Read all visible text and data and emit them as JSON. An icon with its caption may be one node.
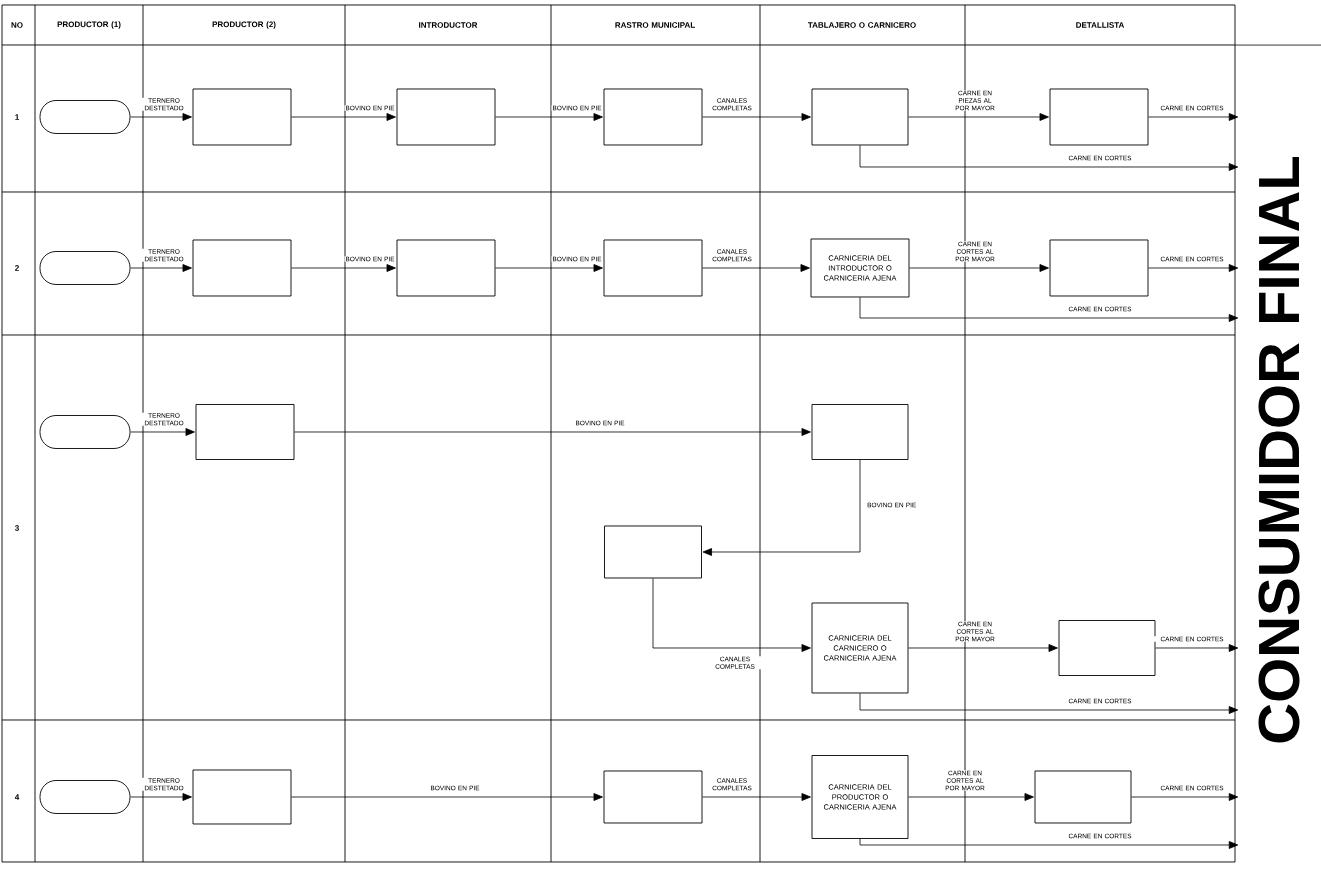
{
  "diagram": {
    "nodes": [
      {
        "text": [
          "CONSUMIDOR FINAL"
        ]
      },
      {
        "text": [],
        "shape": "oval"
      },
      {
        "text": [],
        "shape": "box"
      },
      {
        "text": [],
        "shape": "box"
      },
      {
        "text": [],
        "shape": "box"
      },
      {
        "text": [],
        "shape": "box"
      },
      {
        "text": [],
        "shape": "box"
      },
      {
        "text": [],
        "shape": "oval"
      },
      {
        "text": [],
        "shape": "box"
      },
      {
        "text": [],
        "shape": "box"
      },
      {
        "text": [],
        "shape": "box"
      },
      {
        "text": [
          "CARNICERIA DEL INTRODUCTOR O CARNICERIA AJENA"
        ]
      },
      {
        "text": [],
        "shape": "box"
      },
      {
        "text": [],
        "shape": "oval"
      },
      {
        "text": [],
        "shape": "box"
      },
      {
        "text": [],
        "shape": "box"
      },
      {
        "text": [],
        "shape": "box"
      },
      {
        "text": [
          "CARNICERIA DEL CARNICERO O CARNICERIA AJENA"
        ]
      },
      {
        "text": [],
        "shape": "box"
      },
      {
        "text": [],
        "shape": "oval"
      },
      {
        "text": [],
        "shape": "box"
      },
      {
        "text": [],
        "shape": "box"
      },
      {
        "text": [
          "CARNICERIA DEL PRODUCTOR O CARNICERIA AJENA"
        ]
      },
      {
        "text": [],
        "shape": "box"
      }
    ],
    "edges": [
      {
        "from": 1,
        "to": 2,
        "arrow": "to",
        "label": "TERNERO DESTETADO"
      },
      {
        "from": 2,
        "to": 3,
        "arrow": "to",
        "label": "BOVINO EN PIE"
      },
      {
        "from": 3,
        "to": 4,
        "arrow": "to",
        "label": "BOVINO EN PIE"
      },
      {
        "from": 4,
        "to": 5,
        "arrow": "to",
        "label": "CANALES COMPLETAS"
      },
      {
        "from": 5,
        "to": 6,
        "arrow": "to",
        "label": "CARNE EN PIEZAS AL POR MAYOR"
      },
      {
        "from": 6,
        "to": 0,
        "arrow": "to",
        "label": "CARNE EN CORTES"
      },
      {
        "from": 5,
        "to": 0,
        "arrow": "to",
        "label": "CARNE EN CORTES"
      },
      {
        "from": 7,
        "to": 8,
        "arrow": "to",
        "label": "TERNERO DESTETADO"
      },
      {
        "from": 8,
        "to": 9,
        "arrow": "to",
        "label": "BOVINO EN PIE"
      },
      {
        "from": 9,
        "to": 10,
        "arrow": "to",
        "label": "BOVINO EN PIE"
      },
      {
        "from": 10,
        "to": 11,
        "arrow": "to",
        "label": "CANALES COMPLETAS"
      },
      {
        "from": 11,
        "to": 12,
        "arrow": "to",
        "label": "CARNE EN CORTES AL POR MAYOR"
      },
      {
        "from": 12,
        "to": 0,
        "arrow": "to",
        "label": "CARNE EN CORTES"
      },
      {
        "from": 11,
        "to": 0,
        "arrow": "to",
        "label": "CARNE EN CORTES"
      },
      {
        "from": 13,
        "to": 14,
        "arrow": "to",
        "label": "TERNERO DESTETADO"
      },
      {
        "from": 14,
        "to": 15,
        "arrow": "to",
        "label": "BOVINO EN PIE"
      },
      {
        "from": 15,
        "to": 16,
        "arrow": "to",
        "label": "BOVINO EN PIE"
      },
      {
        "from": 16,
        "to": 17,
        "arrow": "to",
        "label": "CANALES COMPLETAS"
      },
      {
        "from": 17,
        "to": 18,
        "arrow": "to",
        "label": "CARNE EN CORTES AL POR MAYOR"
      },
      {
        "from": 18,
        "to": 0,
        "arrow": "to",
        "label": "CARNE EN CORTES"
      },
      {
        "from": 17,
        "to": 0,
        "arrow": "to",
        "label": "CARNE EN CORTES"
      },
      {
        "from": 19,
        "to": 20,
        "arrow": "to",
        "label": "TERNERO DESTETADO"
      },
      {
        "from": 20,
        "to": 21,
        "arrow": "to",
        "label": "BOVINO EN PIE"
      },
      {
        "from": 21,
        "to": 22,
        "arrow": "to",
        "label": "CANALES COMPLETAS"
      },
      {
        "from": 22,
        "to": 23,
        "arrow": "to",
        "label": "CARNE EN CORTES AL POR MAYOR"
      },
      {
        "from": 23,
        "to": 0,
        "arrow": "to",
        "label": "CARNE EN CORTES"
      },
      {
        "from": 22,
        "to": 0,
        "arrow": "to",
        "label": "CARNE EN CORTES"
      }
    ],
    "labels": [
      "NO",
      "PRODUCTOR (1)",
      "PRODUCTOR (2)",
      "INTRODUCTOR",
      "RASTRO MUNICIPAL",
      "TABLAJERO O CARNICERO",
      "DETALLISTA",
      "1",
      "2",
      "3",
      "4"
    ]
  }
}
